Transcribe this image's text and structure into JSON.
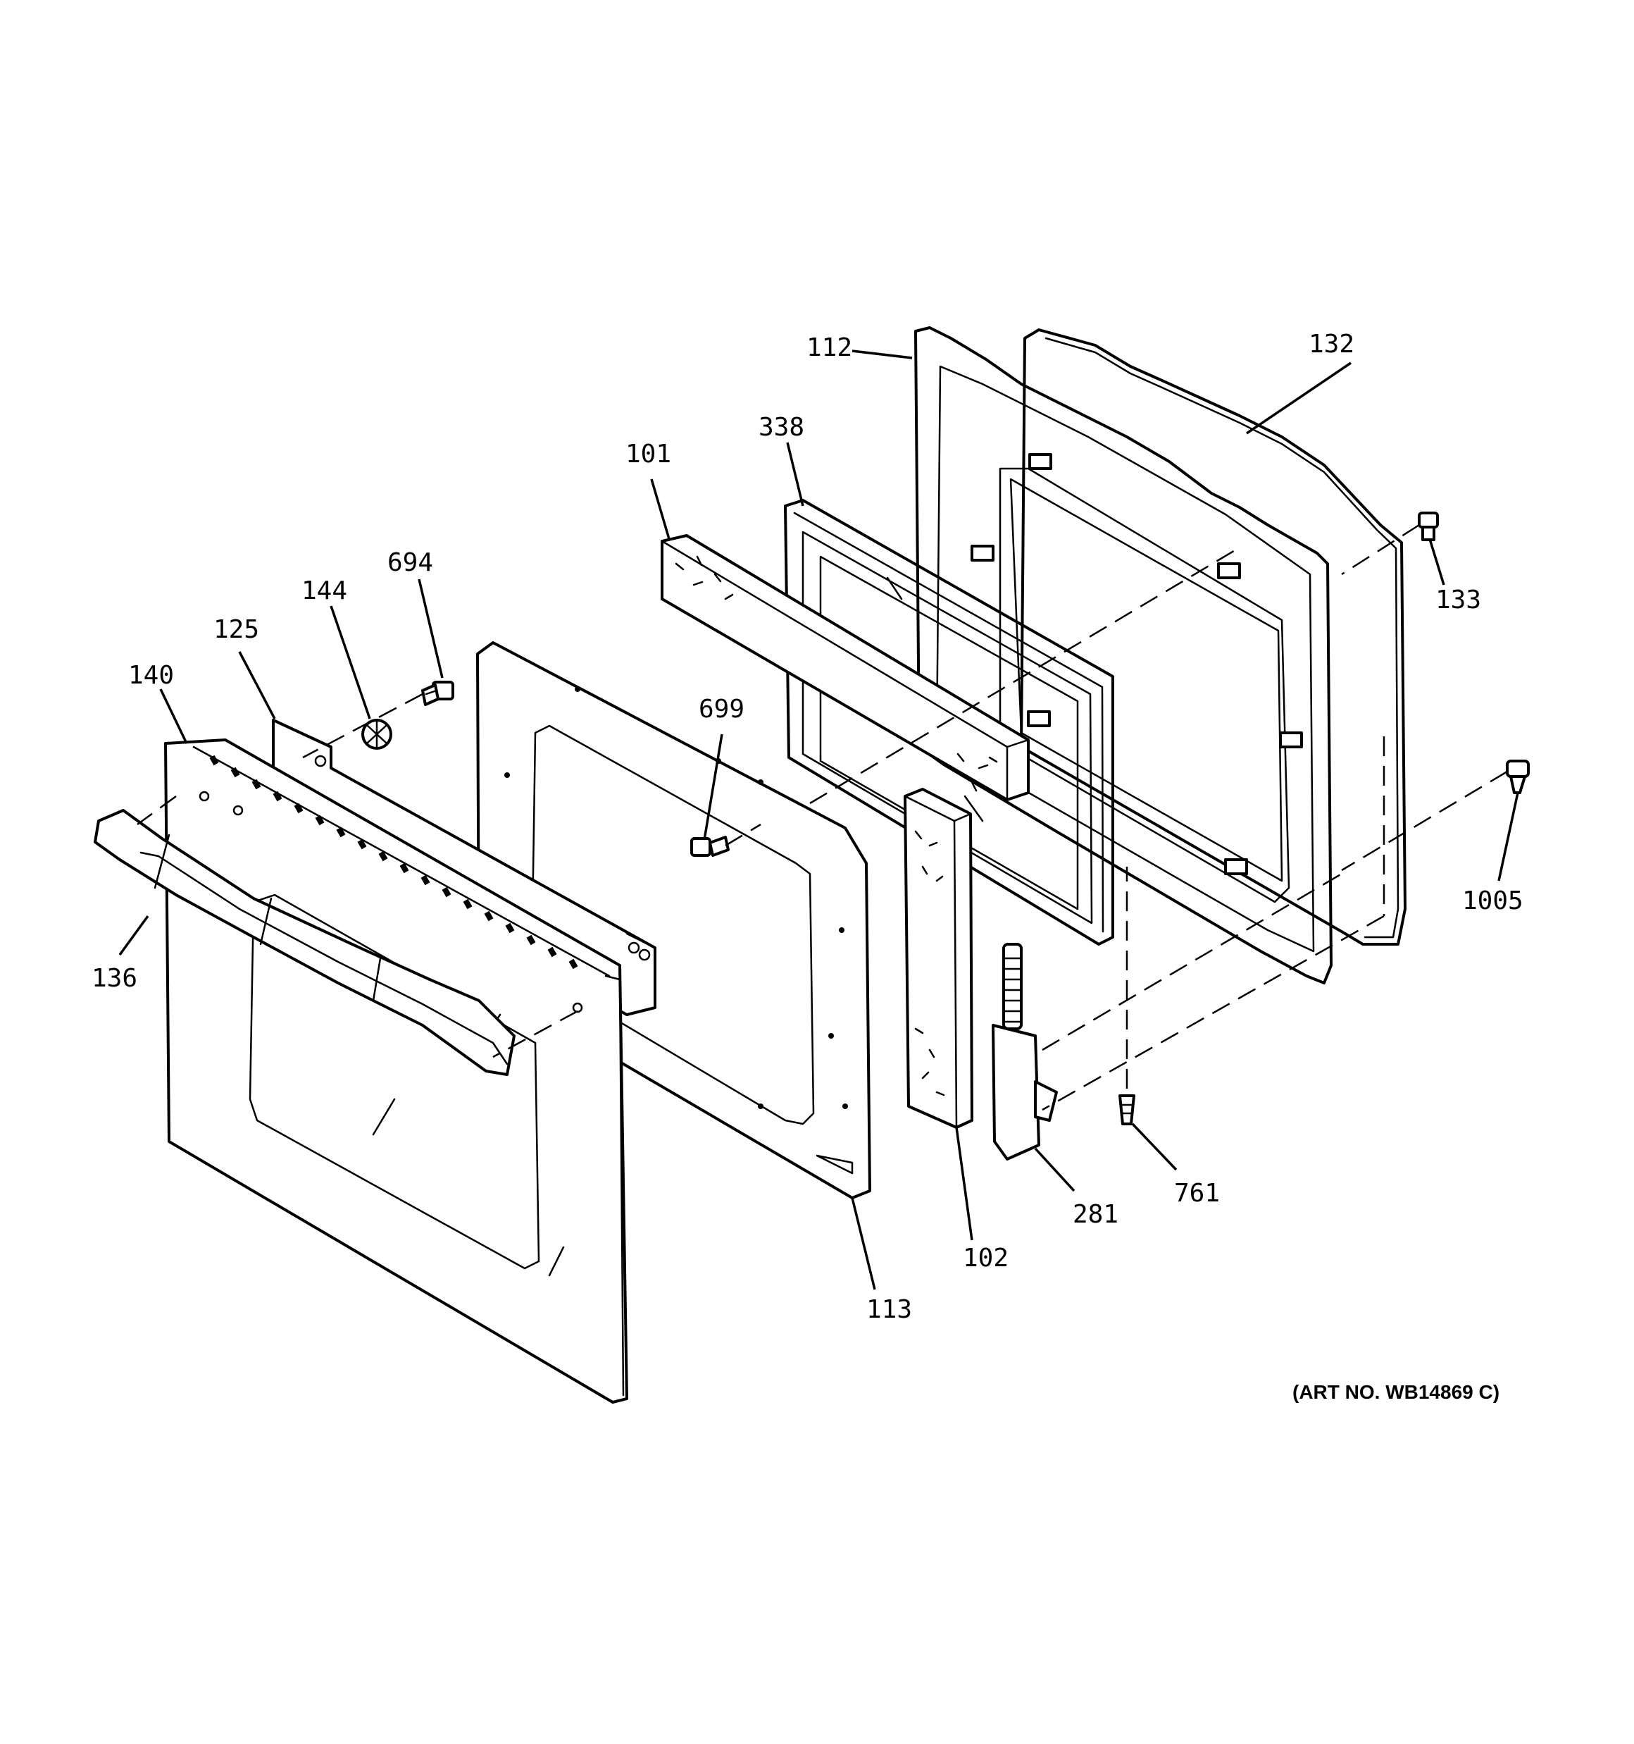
{
  "diagram": {
    "art_number": "(ART NO. WB14869 C)",
    "part_labels": [
      {
        "id": "112",
        "text": "112"
      },
      {
        "id": "132",
        "text": "132"
      },
      {
        "id": "338",
        "text": "338"
      },
      {
        "id": "101",
        "text": "101"
      },
      {
        "id": "133",
        "text": "133"
      },
      {
        "id": "694",
        "text": "694"
      },
      {
        "id": "144",
        "text": "144"
      },
      {
        "id": "125",
        "text": "125"
      },
      {
        "id": "140",
        "text": "140"
      },
      {
        "id": "699",
        "text": "699"
      },
      {
        "id": "1005",
        "text": "1005"
      },
      {
        "id": "136",
        "text": "136"
      },
      {
        "id": "281",
        "text": "281"
      },
      {
        "id": "761",
        "text": "761"
      },
      {
        "id": "102",
        "text": "102"
      },
      {
        "id": "113",
        "text": "113"
      }
    ]
  }
}
